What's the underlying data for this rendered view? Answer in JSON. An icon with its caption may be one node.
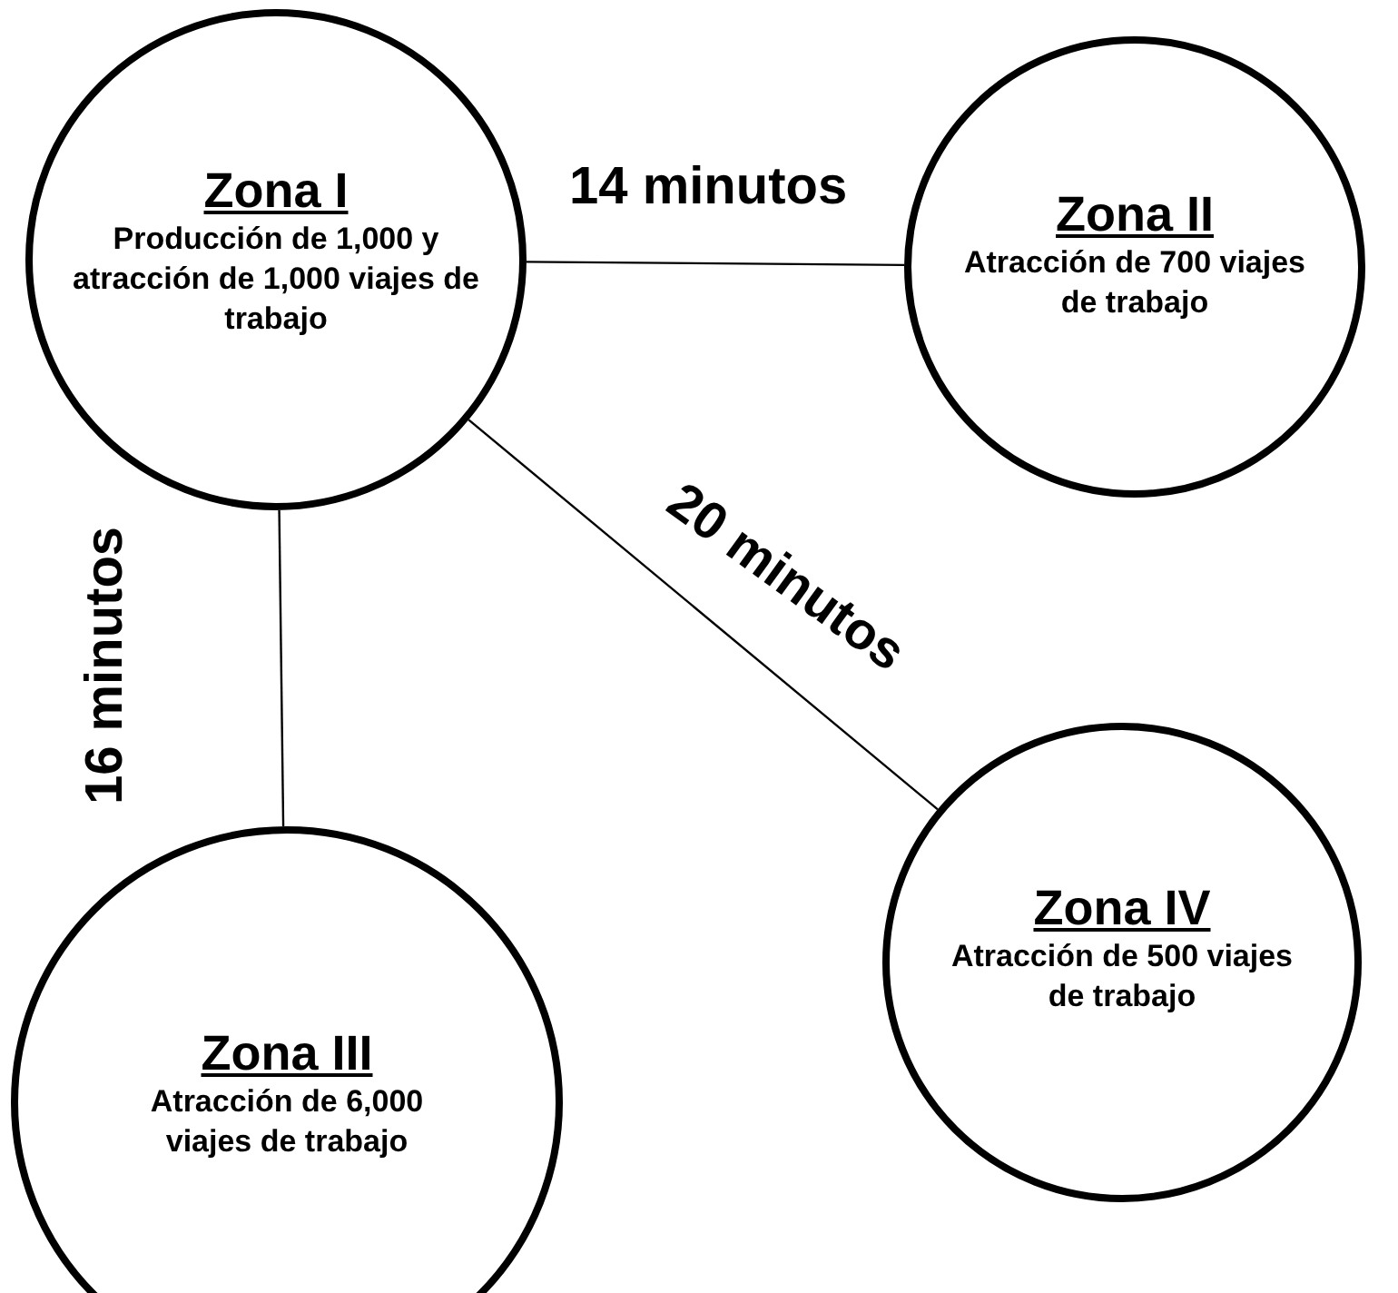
{
  "diagram": {
    "nodes": [
      {
        "text": [
          "Zona I",
          "Producción de 1,000 y atracción de 1,000 viajes de trabajo"
        ]
      },
      {
        "text": [
          "Zona II",
          "Atracción de 700 viajes de trabajo"
        ]
      },
      {
        "text": [
          "Zona III",
          "Atracción de 6,000 viajes de trabajo"
        ]
      },
      {
        "text": [
          "Zona IV",
          "Atracción de 500 viajes de trabajo"
        ]
      }
    ],
    "edges": [
      {
        "from": 0,
        "to": 1,
        "arrow": "none",
        "label": "14 minutos"
      },
      {
        "from": 0,
        "to": 3,
        "arrow": "none",
        "label": "20 minutos"
      },
      {
        "from": 0,
        "to": 2,
        "arrow": "none",
        "label": "16 minutos"
      }
    ]
  }
}
